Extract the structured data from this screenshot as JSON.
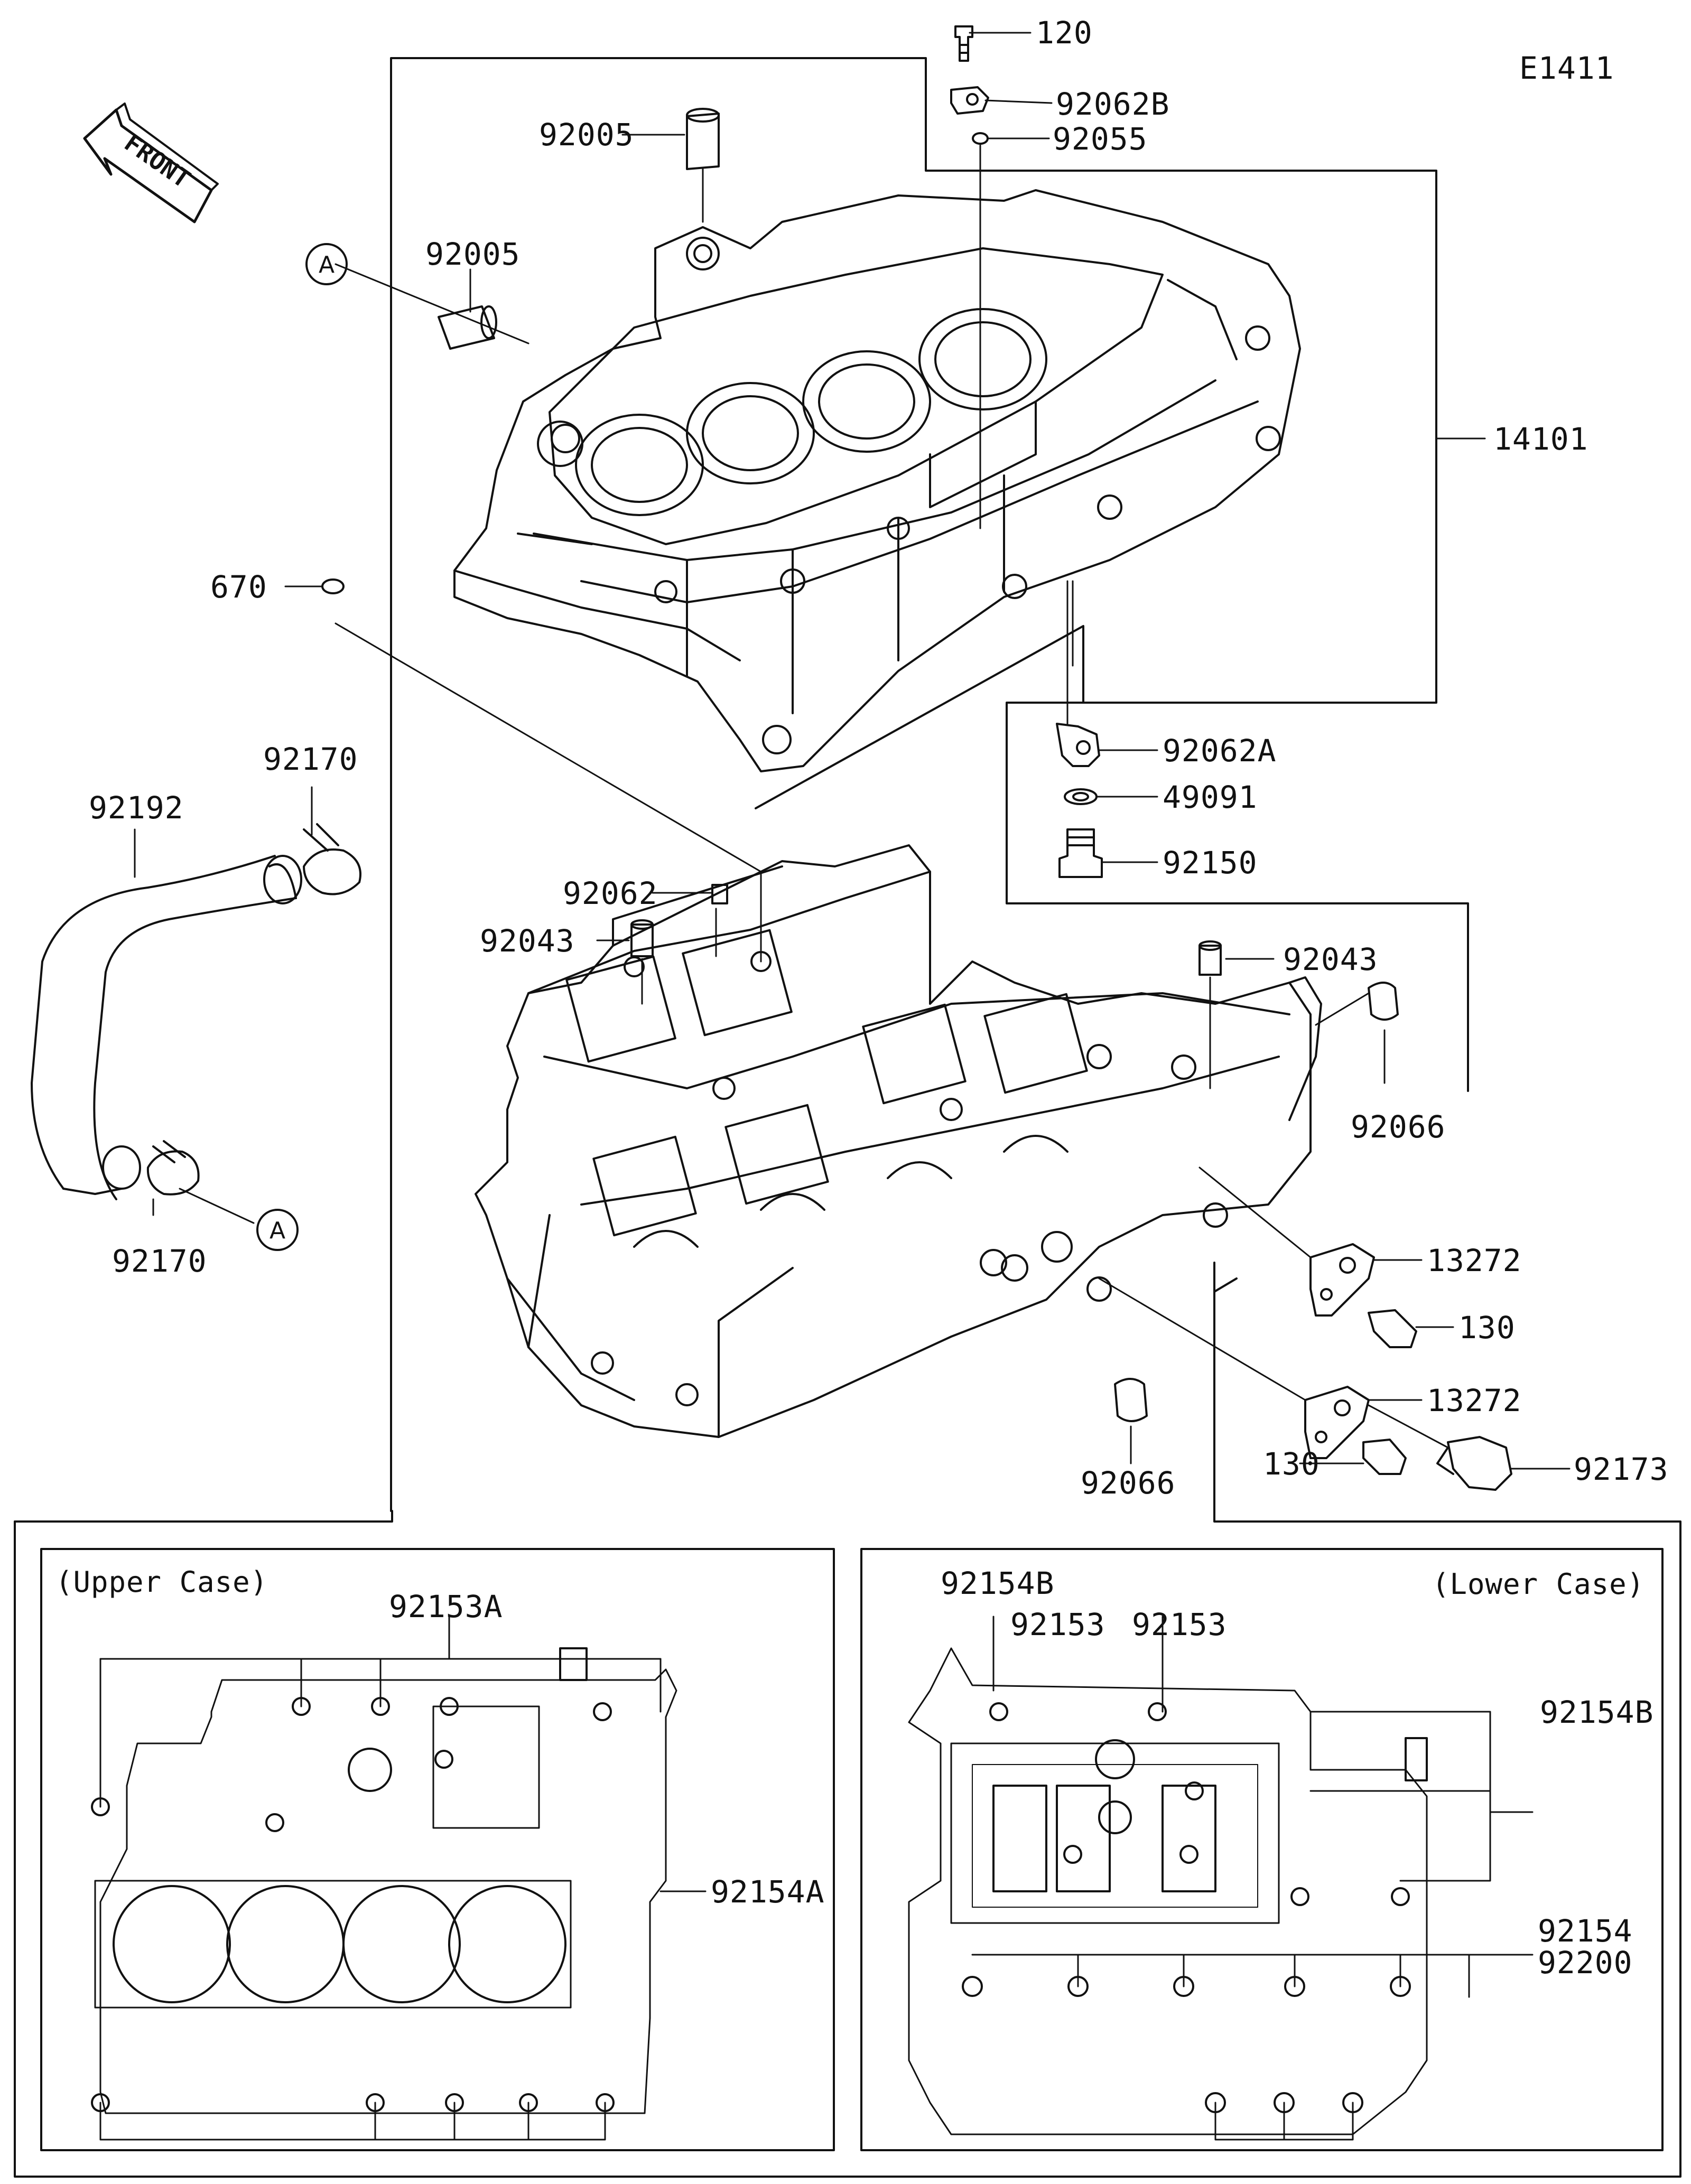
{
  "diagram": {
    "code": "E1411",
    "front_label": "FRONT",
    "ref_marker": "A",
    "parts": {
      "p120": "120",
      "p92062B": "92062B",
      "p92055": "92055",
      "p92005a": "92005",
      "p92005b": "92005",
      "p14101": "14101",
      "p670": "670",
      "p92170a": "92170",
      "p92192": "92192",
      "p92062A": "92062A",
      "p49091": "49091",
      "p92150": "92150",
      "p92062": "92062",
      "p92043a": "92043",
      "p92043b": "92043",
      "p92066a": "92066",
      "p92170b": "92170",
      "p13272a": "13272",
      "p130a": "130",
      "p13272b": "13272",
      "p130b": "130",
      "p92173": "92173",
      "p92066b": "92066"
    },
    "upper_case": {
      "title": "(Upper Case)",
      "p92153A": "92153A",
      "p92154A": "92154A"
    },
    "lower_case": {
      "title": "(Lower Case)",
      "p92154B_top": "92154B",
      "p92153a": "92153",
      "p92153b": "92153",
      "p92154B_right": "92154B",
      "p92154": "92154",
      "p92200": "92200"
    }
  }
}
